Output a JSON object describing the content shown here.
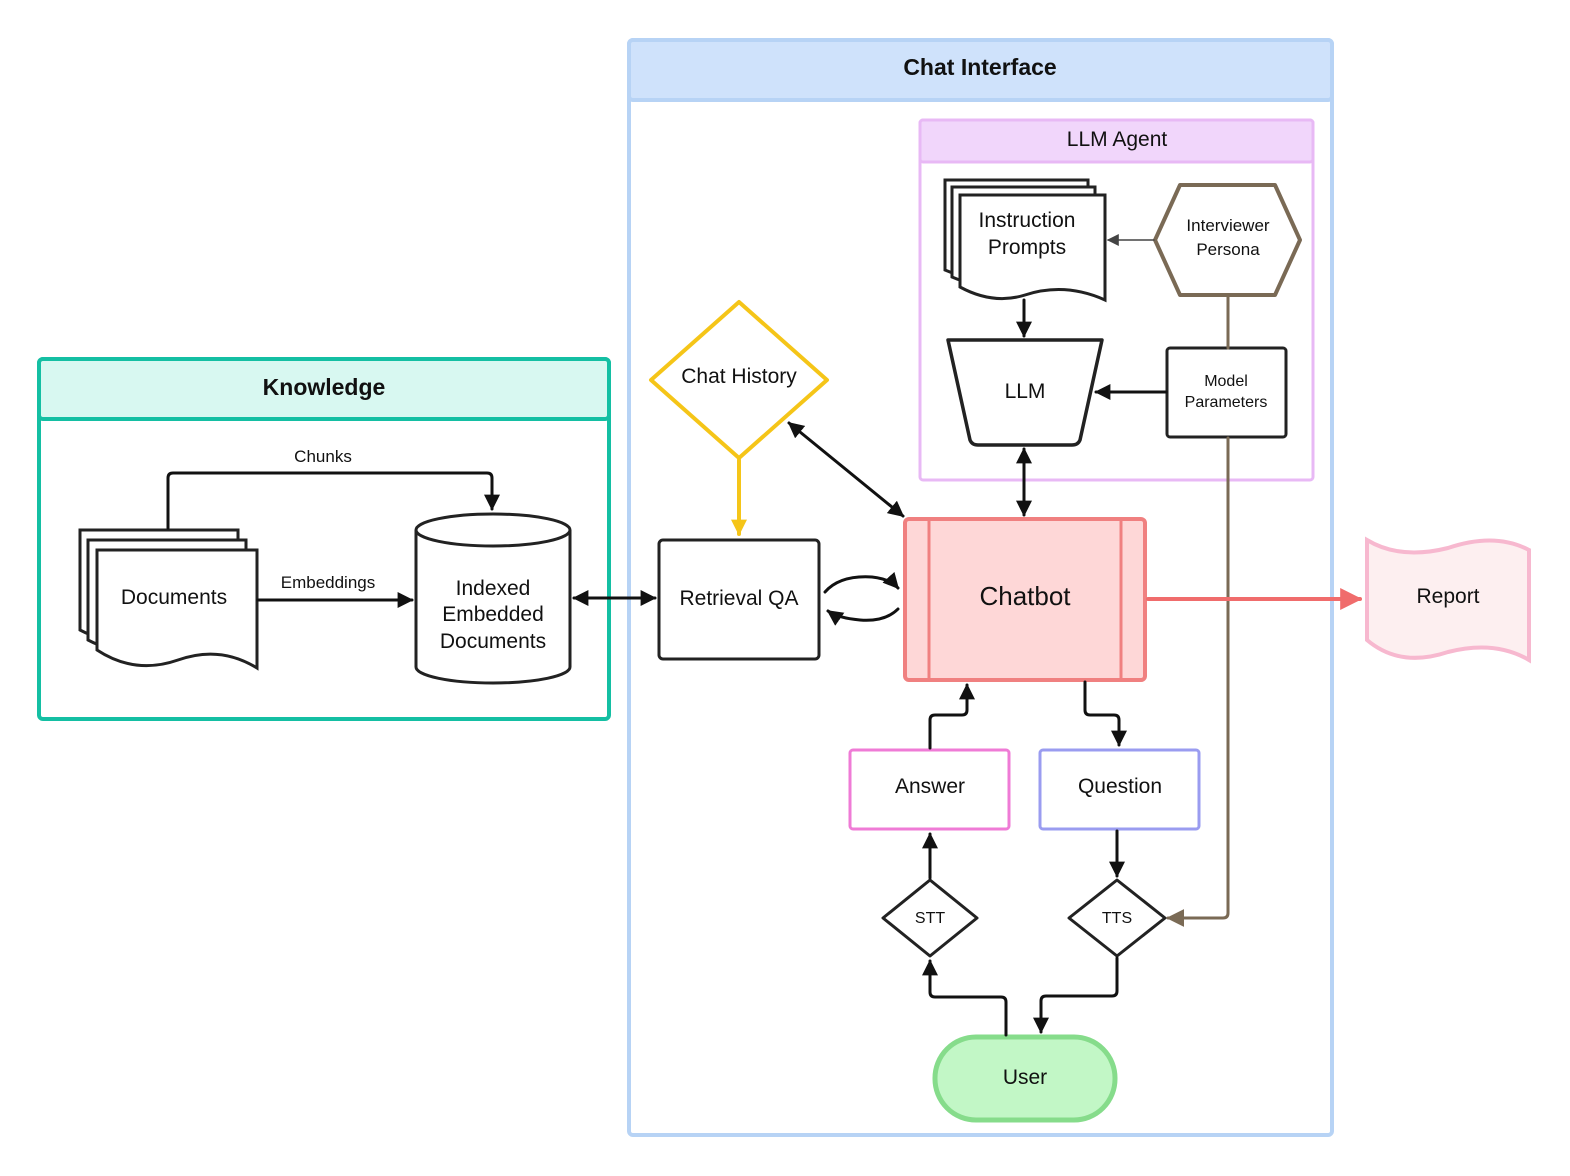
{
  "diagram": {
    "groups": {
      "chat_interface": "Chat Interface",
      "llm_agent": "LLM Agent",
      "knowledge": "Knowledge"
    },
    "nodes": {
      "instruction_prompts": [
        "Instruction",
        "Prompts"
      ],
      "interviewer_persona": [
        "Interviewer",
        "Persona"
      ],
      "llm": "LLM",
      "model_parameters": [
        "Model",
        "Parameters"
      ],
      "chat_history": "Chat History",
      "retrieval_qa": "Retrieval QA",
      "chatbot": "Chatbot",
      "report": "Report",
      "answer": "Answer",
      "question": "Question",
      "stt": "STT",
      "tts": "TTS",
      "user": "User",
      "documents": "Documents",
      "indexed_docs": [
        "Indexed",
        "Embedded",
        "Documents"
      ]
    },
    "edge_labels": {
      "chunks": "Chunks",
      "embeddings": "Embeddings"
    },
    "colors": {
      "chat_interface_border": "#b7d3f5",
      "chat_interface_header": "#cfe2fb",
      "llm_agent_border": "#e8b9f5",
      "llm_agent_header": "#f1d6fb",
      "knowledge_border": "#14bfa3",
      "knowledge_header": "#d8f8f1",
      "chat_history": "#f5c518",
      "chatbot_border": "#f08080",
      "chatbot_fill": "#fed7d7",
      "report_border": "#f7b8cf",
      "report_fill": "#fdeff0",
      "answer_border": "#ef7bd6",
      "question_border": "#9a9cf0",
      "user_border": "#86dc8b",
      "user_fill": "#c2f7c6",
      "persona_border": "#7a6a55",
      "report_arrow": "#f06c6c"
    }
  }
}
